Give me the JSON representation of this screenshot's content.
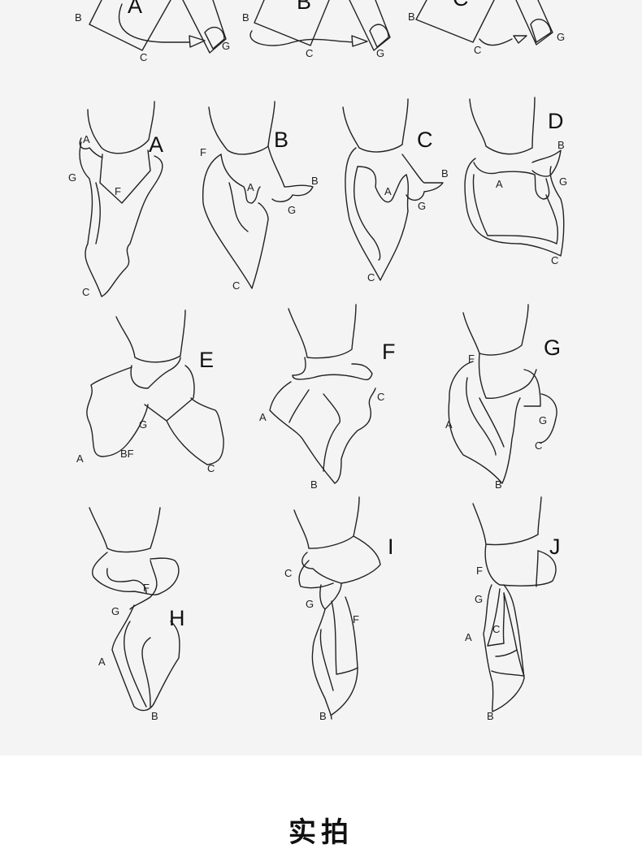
{
  "diagram": {
    "steps": [
      {
        "id": "top1",
        "labels": {
          "big": "A",
          "b": "B",
          "c": "C",
          "g": "G"
        }
      },
      {
        "id": "top2",
        "labels": {
          "big": "B",
          "b": "B",
          "c": "C",
          "g": "G"
        }
      },
      {
        "id": "top3",
        "labels": {
          "big": "C",
          "b": "B",
          "c": "C",
          "g": "G"
        }
      },
      {
        "id": "A",
        "labels": {
          "big": "A",
          "a": "A",
          "g": "G",
          "f": "F",
          "c": "C"
        }
      },
      {
        "id": "B",
        "labels": {
          "big": "B",
          "f": "F",
          "a": "A",
          "b": "B",
          "g": "G",
          "c": "C"
        }
      },
      {
        "id": "C",
        "labels": {
          "big": "C",
          "a": "A",
          "b": "B",
          "g": "G",
          "c": "C"
        }
      },
      {
        "id": "D",
        "labels": {
          "big": "D",
          "b": "B",
          "a": "A",
          "g": "G",
          "c": "C"
        }
      },
      {
        "id": "E",
        "labels": {
          "big": "E",
          "g": "G",
          "a": "A",
          "bf": "BF",
          "c": "C"
        }
      },
      {
        "id": "F",
        "labels": {
          "big": "F",
          "a": "A",
          "c": "C",
          "b": "B"
        }
      },
      {
        "id": "G",
        "labels": {
          "big": "G",
          "f": "F",
          "a": "A",
          "g": "G",
          "c": "C",
          "b": "B"
        }
      },
      {
        "id": "H",
        "labels": {
          "big": "H",
          "f": "F",
          "g": "G",
          "a": "A",
          "b": "B"
        }
      },
      {
        "id": "I",
        "labels": {
          "big": "I",
          "c": "C",
          "g": "G",
          "f": "F",
          "b": "B"
        }
      },
      {
        "id": "J",
        "labels": {
          "big": "J",
          "f": "F",
          "g": "G",
          "c": "C",
          "a": "A",
          "b": "B"
        }
      }
    ]
  },
  "footer": {
    "title": "实拍"
  }
}
